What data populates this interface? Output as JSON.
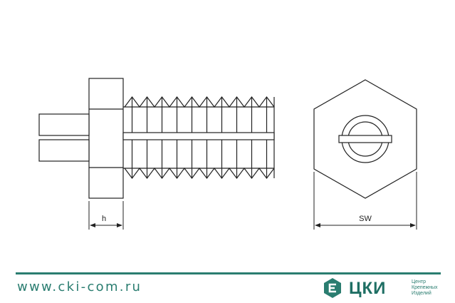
{
  "drawing": {
    "dimensions": {
      "height_label": "h",
      "width_across_flats_label": "SW"
    },
    "colors": {
      "line": "#222222",
      "fill": "#ffffff"
    }
  },
  "footer": {
    "url": "www.cki-com.ru",
    "accent_color": "#2a7d70",
    "brand": {
      "name": "ЦКИ",
      "tagline": [
        "Центр",
        "Крепежных",
        "Изделий"
      ]
    }
  }
}
